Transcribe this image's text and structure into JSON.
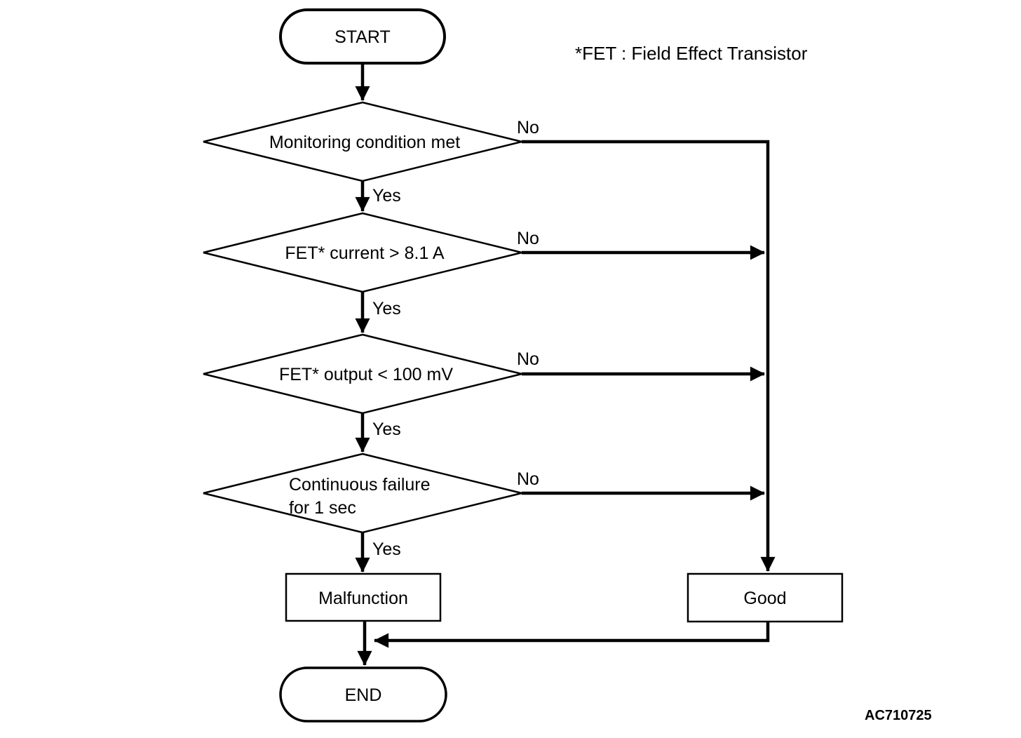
{
  "flowchart": {
    "note": "*FET : Field Effect Transistor",
    "figure_code": "AC710725",
    "start": {
      "label": "START"
    },
    "end": {
      "label": "END"
    },
    "decisions": [
      {
        "label": "Monitoring condition met",
        "yes_label": "Yes",
        "no_label": "No"
      },
      {
        "label": "FET* current > 8.1 A",
        "yes_label": "Yes",
        "no_label": "No"
      },
      {
        "label": "FET* output < 100 mV",
        "yes_label": "Yes",
        "no_label": "No"
      },
      {
        "label_lines": [
          "Continuous failure",
          "for 1 sec"
        ],
        "yes_label": "Yes",
        "no_label": "No"
      }
    ],
    "results": {
      "malfunction": {
        "label": "Malfunction"
      },
      "good": {
        "label": "Good"
      }
    },
    "colors": {
      "line": "#000000",
      "background": "#ffffff"
    }
  }
}
